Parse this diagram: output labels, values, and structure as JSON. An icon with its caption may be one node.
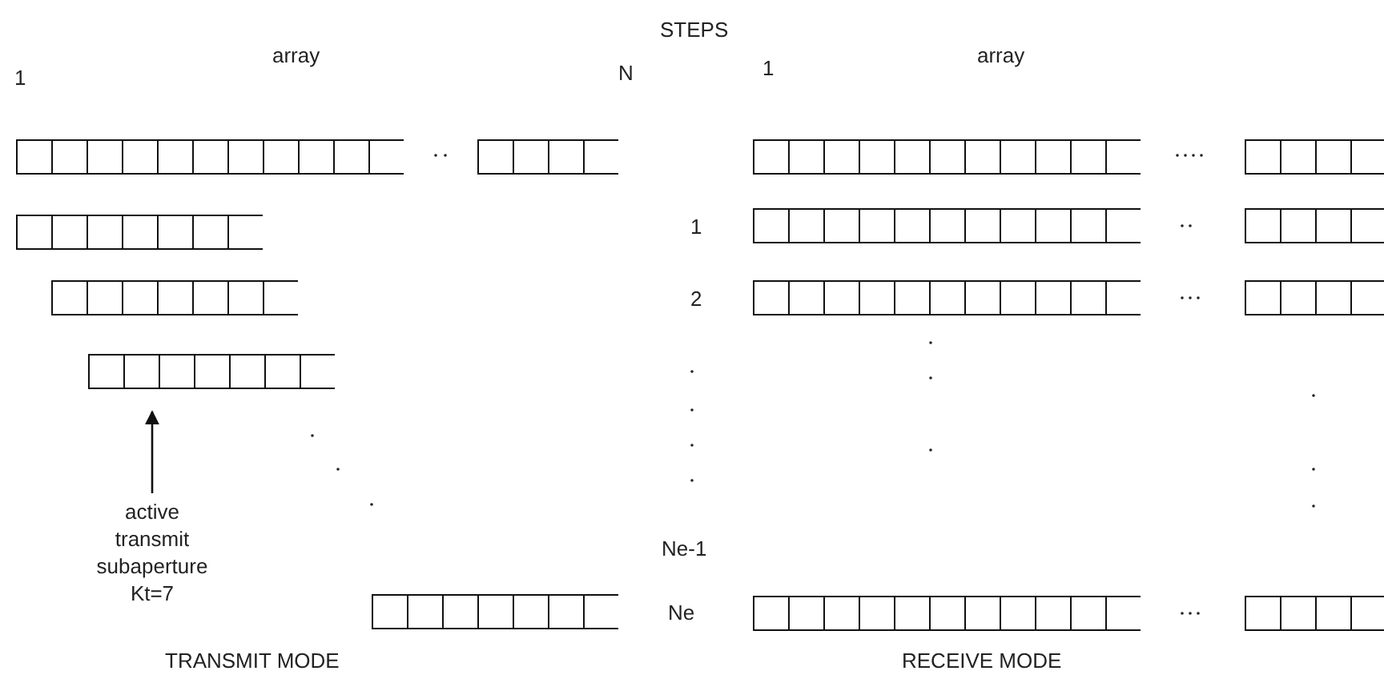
{
  "diagram": {
    "nodes": [
      {
        "text": [],
        "shape": "bar"
      },
      {
        "text": [],
        "shape": "bar"
      },
      {
        "text": [],
        "shape": "bar"
      },
      {
        "text": [],
        "shape": "bar"
      },
      {
        "text": [],
        "shape": "bar"
      },
      {
        "text": [],
        "shape": "bar"
      },
      {
        "text": [],
        "shape": "bar"
      },
      {
        "text": [],
        "shape": "bar"
      },
      {
        "text": [],
        "shape": "bar"
      },
      {
        "text": [],
        "shape": "bar"
      },
      {
        "text": [],
        "shape": "bar"
      },
      {
        "text": [
          "active transmit subaperture Kt=7"
        ]
      },
      {
        "text": [],
        "shape": "bar"
      },
      {
        "text": [],
        "shape": "bar"
      },
      {
        "text": [],
        "shape": "bar"
      }
    ],
    "edges": [
      {
        "from": 11,
        "to": 10,
        "arrow": "to"
      }
    ],
    "labels": [
      "STEPS",
      "array",
      "array",
      "1",
      "1",
      "N",
      "1",
      "2",
      "Ne-1",
      "Ne",
      "TRANSMIT MODE",
      "RECEIVE MODE"
    ]
  }
}
